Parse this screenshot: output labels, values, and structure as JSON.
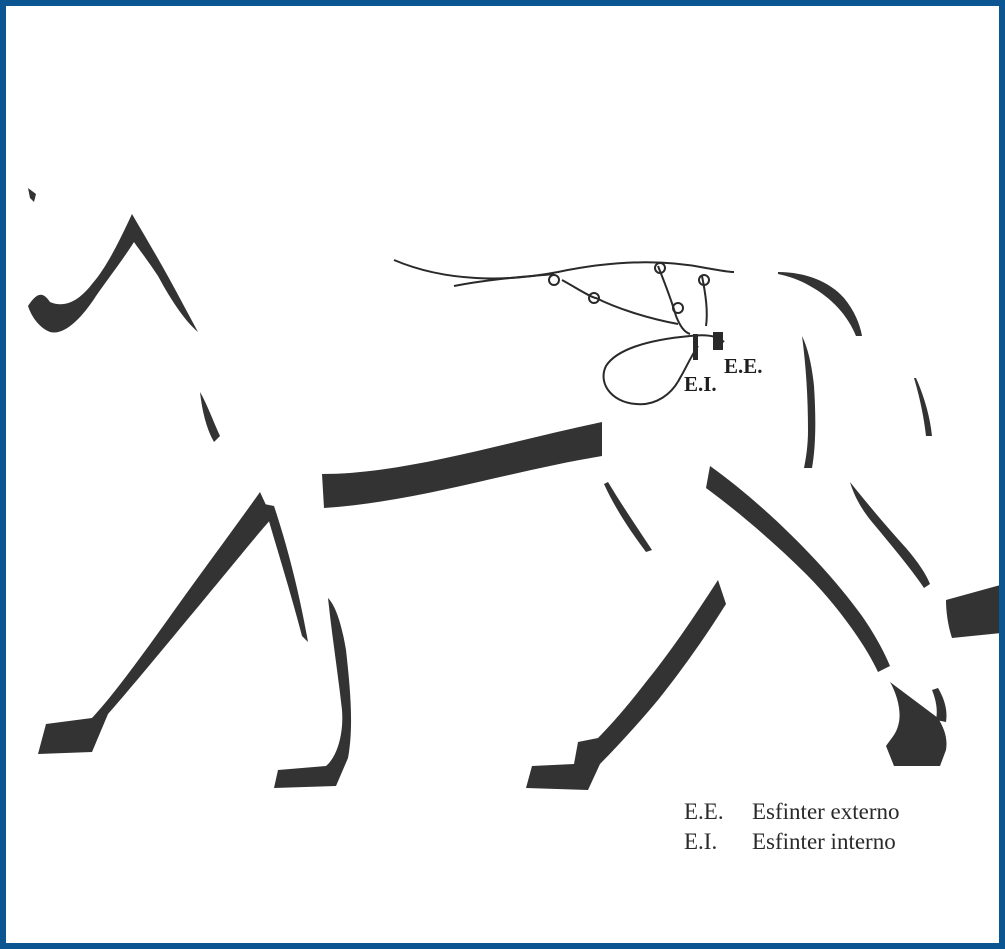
{
  "figure": {
    "colors": {
      "frame": "#0a5592",
      "ink": "#333333",
      "line": "#2a2a2a"
    },
    "labels": {
      "external_sphincter": "E.E.",
      "internal_sphincter": "E.I."
    }
  },
  "legend": {
    "items": [
      {
        "abbr": "E.E.",
        "text": "Esfinter externo"
      },
      {
        "abbr": "E.I.",
        "text": "Esfinter interno"
      }
    ]
  }
}
